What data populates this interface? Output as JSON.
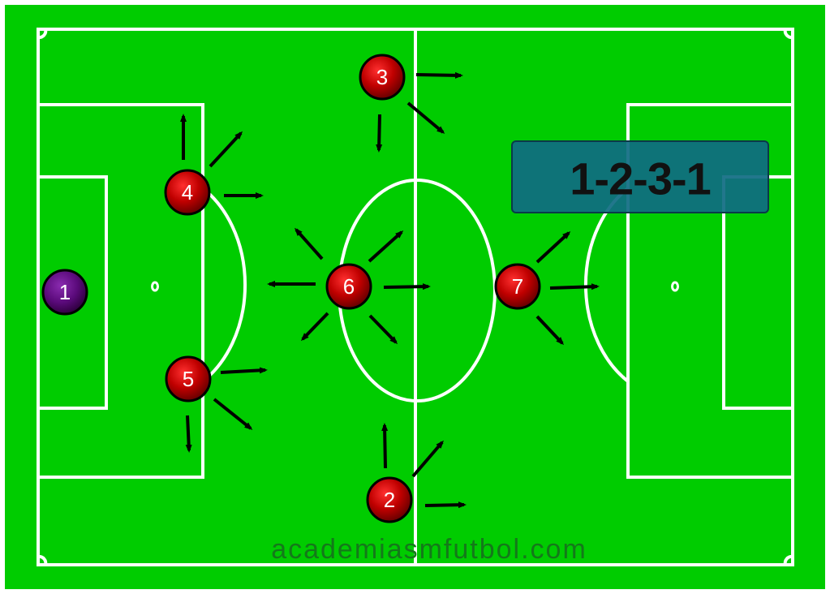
{
  "formation": {
    "label": "1-2-3-1"
  },
  "watermark": "academiasmfutbol.com",
  "colors": {
    "pitch": "#00cc00",
    "lines": "#ffffff",
    "goalkeeper": "#5a0a7a",
    "outfield_player": "#c00000",
    "formation_box": "#0f6b82",
    "arrows": "#000000"
  },
  "players": [
    {
      "number": "1",
      "role": "goalkeeper"
    },
    {
      "number": "4",
      "role": "outfield"
    },
    {
      "number": "5",
      "role": "outfield"
    },
    {
      "number": "3",
      "role": "outfield"
    },
    {
      "number": "2",
      "role": "outfield"
    },
    {
      "number": "6",
      "role": "outfield"
    },
    {
      "number": "7",
      "role": "outfield"
    }
  ]
}
